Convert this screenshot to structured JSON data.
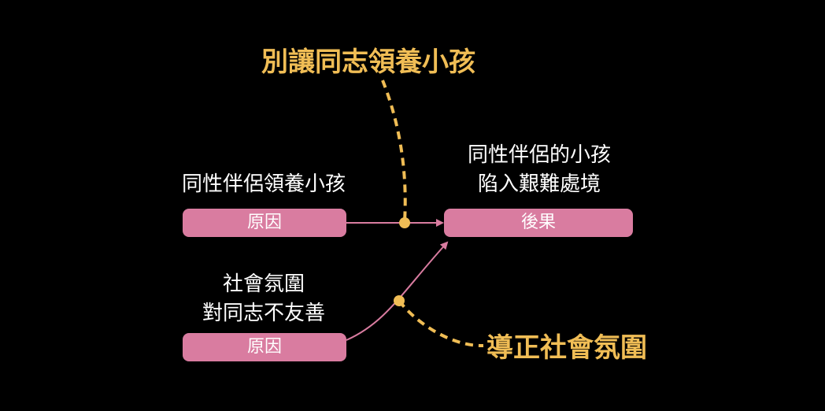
{
  "colors": {
    "background": "#000000",
    "pill": "#d97ca0",
    "arrow": "#d97ca0",
    "accent": "#f0bd55",
    "text": "#ffffff"
  },
  "top_cause": {
    "caption": "同性伴侶領養小孩",
    "pill_label": "原因"
  },
  "bottom_cause": {
    "caption_line1": "社會氛圍",
    "caption_line2": "對同志不友善",
    "pill_label": "原因"
  },
  "effect": {
    "caption_line1": "同性伴侶的小孩",
    "caption_line2": "陷入艱難處境",
    "pill_label": "後果"
  },
  "interventions": {
    "top": "別讓同志領養小孩",
    "bottom": "導正社會氛圍"
  }
}
